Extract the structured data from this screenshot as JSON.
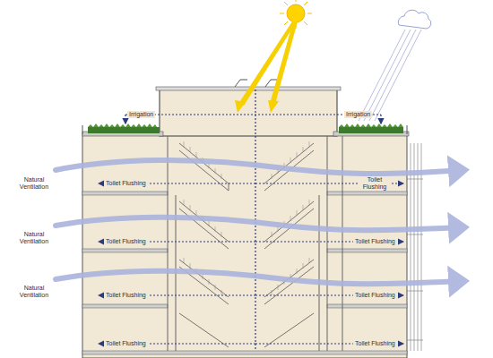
{
  "diagram": {
    "labels": [
      "Irrigation",
      "Irrigation",
      "Natural Ventilation",
      "Natural Ventilation",
      "Natural Ventilation",
      "Toilet Flushing",
      "Toilet Flushing",
      "Toilet Flushing",
      "Toilet Flushing",
      "Toilet Flushing",
      "Toilet Flushing",
      "Toilet Flushing",
      "Toilet Flushing"
    ]
  }
}
